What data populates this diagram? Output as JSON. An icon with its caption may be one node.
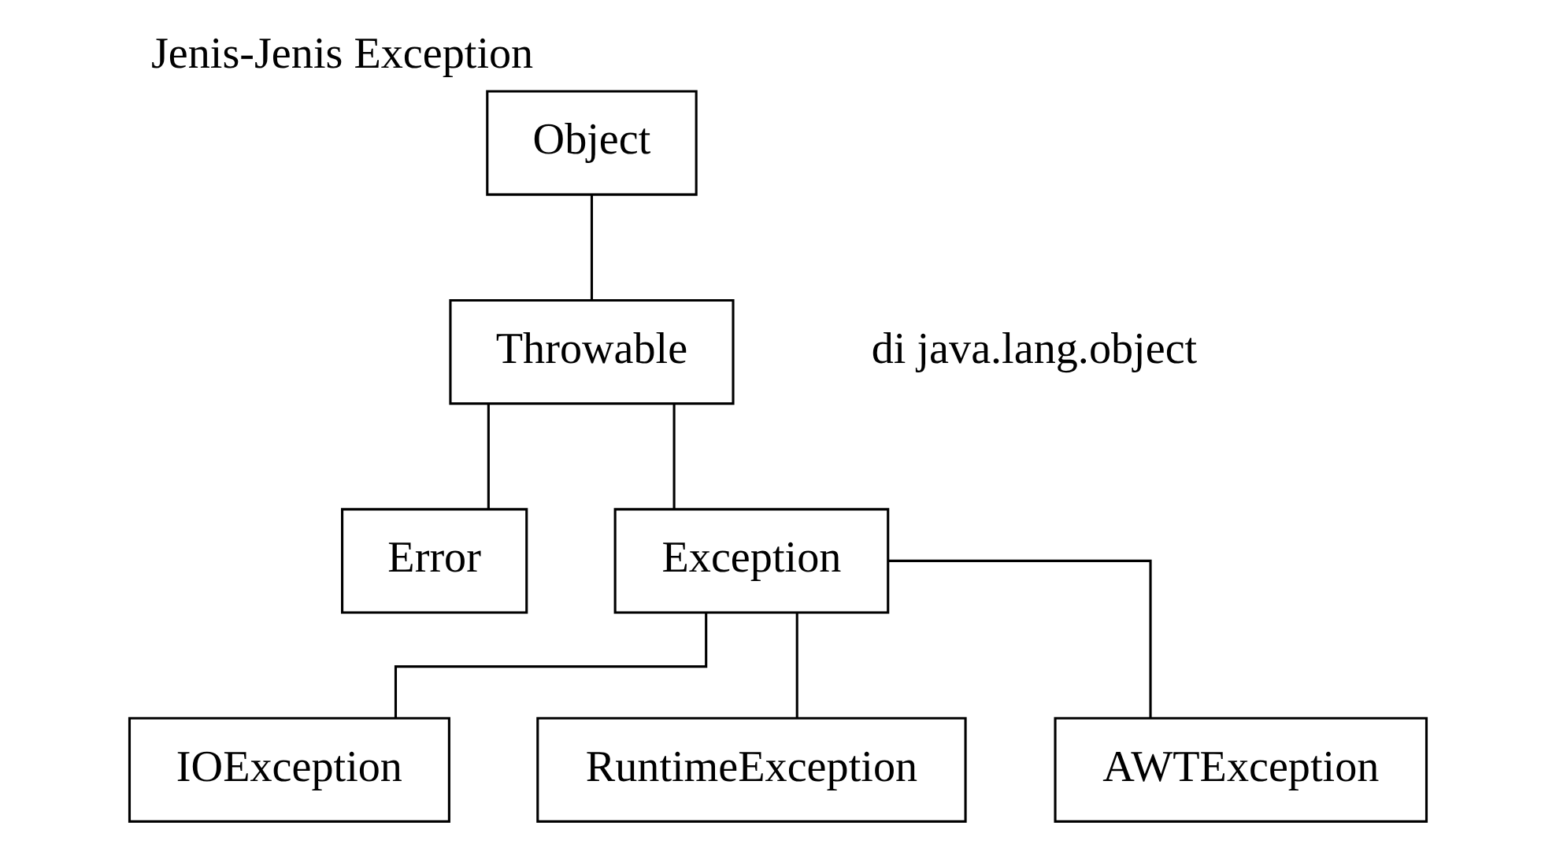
{
  "diagram": {
    "title": "Jenis-Jenis Exception",
    "nodes": [
      {
        "text": [
          "Object"
        ]
      },
      {
        "text": [
          "Throwable"
        ],
        "beside": [
          "di java.lang.object"
        ]
      },
      {
        "text": [
          "Error"
        ]
      },
      {
        "text": [
          "Exception"
        ]
      },
      {
        "text": [
          "IOException"
        ]
      },
      {
        "text": [
          "RuntimeException"
        ]
      },
      {
        "text": [
          "AWTException"
        ]
      }
    ],
    "edges": [
      {
        "from": 0,
        "to": 1,
        "arrow": "none"
      },
      {
        "from": 1,
        "to": 2,
        "arrow": "none"
      },
      {
        "from": 1,
        "to": 3,
        "arrow": "none"
      },
      {
        "from": 3,
        "to": 4,
        "arrow": "none"
      },
      {
        "from": 3,
        "to": 5,
        "arrow": "none"
      },
      {
        "from": 3,
        "to": 6,
        "arrow": "none"
      }
    ]
  }
}
